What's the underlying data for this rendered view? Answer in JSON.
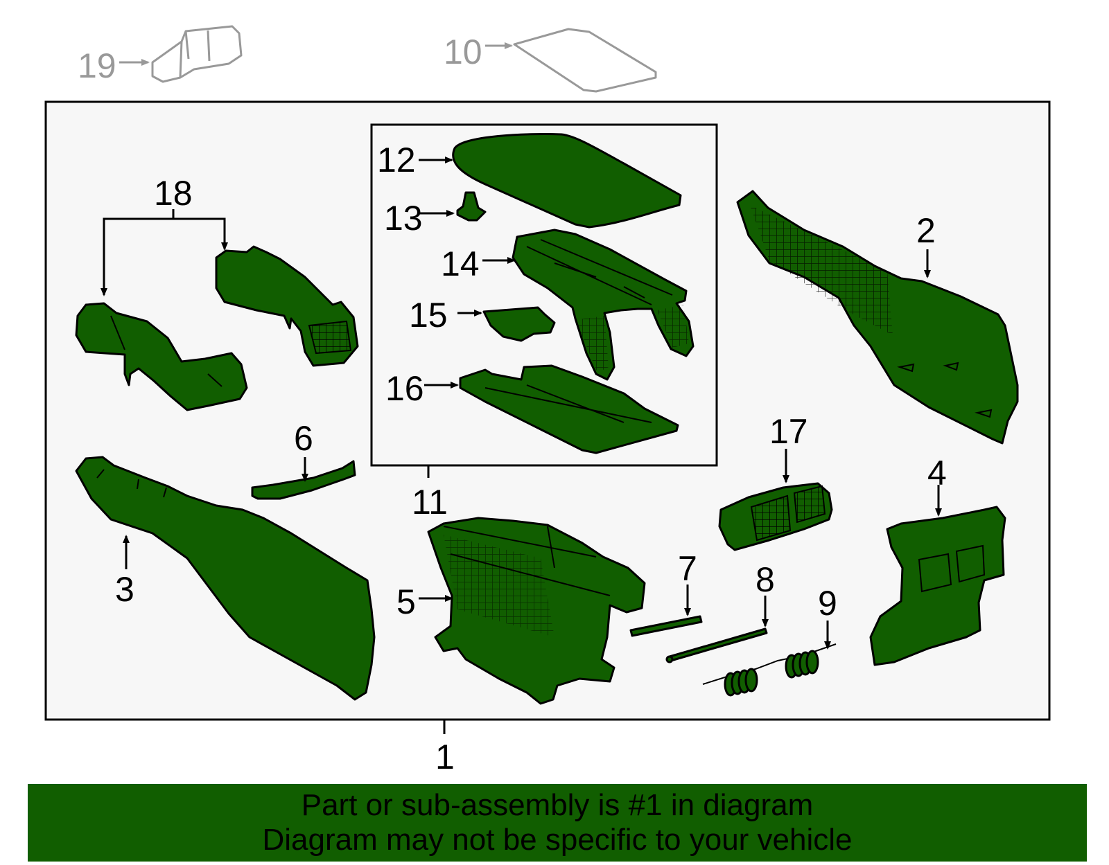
{
  "callouts": {
    "c1": "1",
    "c2": "2",
    "c3": "3",
    "c4": "4",
    "c5": "5",
    "c6": "6",
    "c7": "7",
    "c8": "8",
    "c9": "9",
    "c10": "10",
    "c11": "11",
    "c12": "12",
    "c13": "13",
    "c14": "14",
    "c15": "15",
    "c16": "16",
    "c17": "17",
    "c18": "18",
    "c19": "19"
  },
  "footer": {
    "line1": "Part or sub-assembly is #1 in diagram",
    "line2": "Diagram may not be specific to your vehicle"
  },
  "colors": {
    "part_fill": "#115e00",
    "banner": "#115e00",
    "outline": "#000000",
    "muted": "#999999",
    "panel_bg": "#f7f7f7"
  }
}
